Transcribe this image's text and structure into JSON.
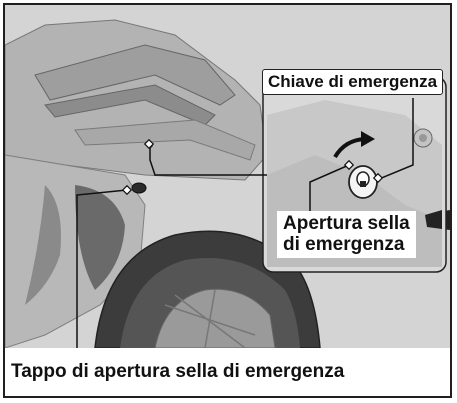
{
  "labels": {
    "emergency_key": "Chiave di emergenza",
    "seat_opening_line1": "Apertura sella",
    "seat_opening_line2": "di emergenza",
    "cap_caption": "Tappo di apertura sella di emergenza"
  },
  "icons": {
    "rotation_direction": "curved-arrow-icon",
    "key_cylinder": "key-cylinder-icon"
  },
  "colors": {
    "background": "#d4d4d4",
    "line": "#1f1f1f",
    "bubble": "#ffffff"
  }
}
